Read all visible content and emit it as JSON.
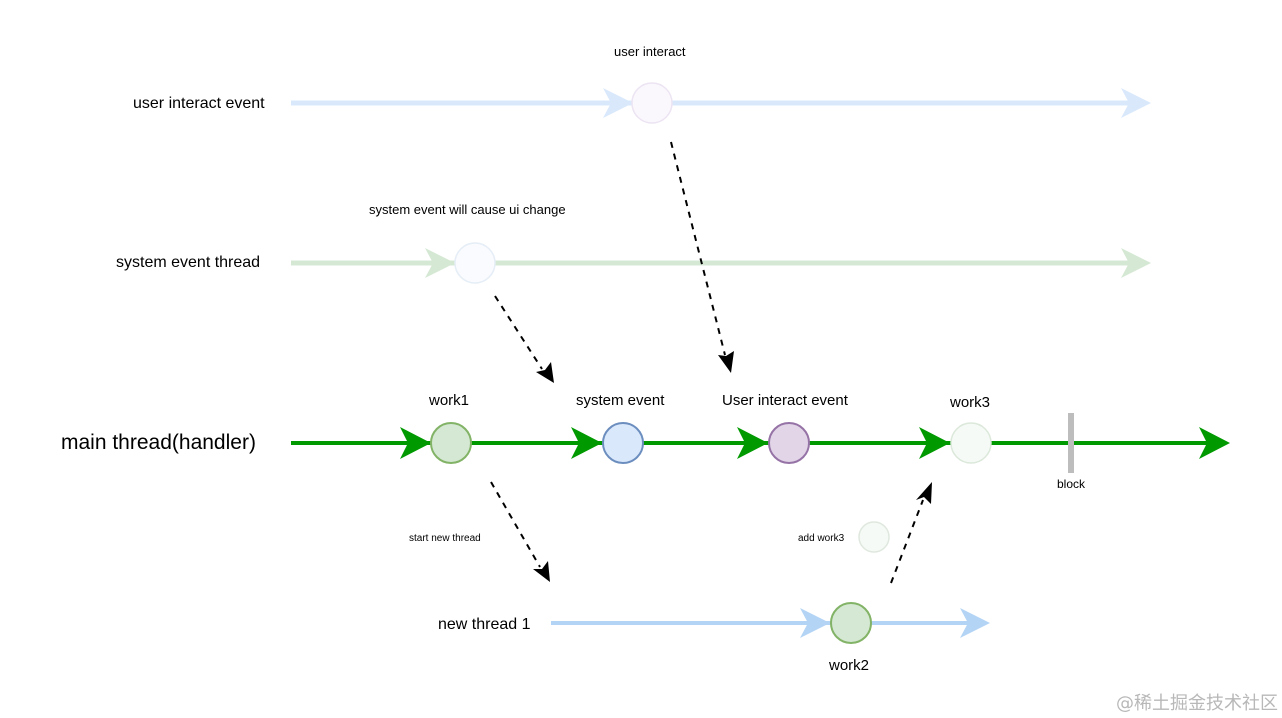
{
  "threads": {
    "user_interact": "user interact event",
    "system_event": "system event thread",
    "main": "main thread(handler)",
    "new_thread": "new thread 1"
  },
  "nodes": {
    "user_interact": "user interact",
    "system_event_note": "system event will cause ui change",
    "work1": "work1",
    "system_event": "system event",
    "user_interact_event": "User interact event",
    "work3": "work3",
    "block": "block",
    "start_new_thread": "start new thread",
    "add_work3": "add work3",
    "work2": "work2"
  },
  "watermark": "@稀土掘金技术社区",
  "colors": {
    "main_line": "#009900",
    "user_line": "#dae8fc",
    "system_line": "#d5e8d4",
    "new_thread_line": "#b3d4f5",
    "work1_fill": "#d5e8d4",
    "work1_stroke": "#82b366",
    "system_event_fill": "#dae8fc",
    "system_event_stroke": "#6c8ebf",
    "user_event_fill": "#e1d5e7",
    "user_event_stroke": "#9673a6",
    "block_bar": "#bdbdbd"
  }
}
